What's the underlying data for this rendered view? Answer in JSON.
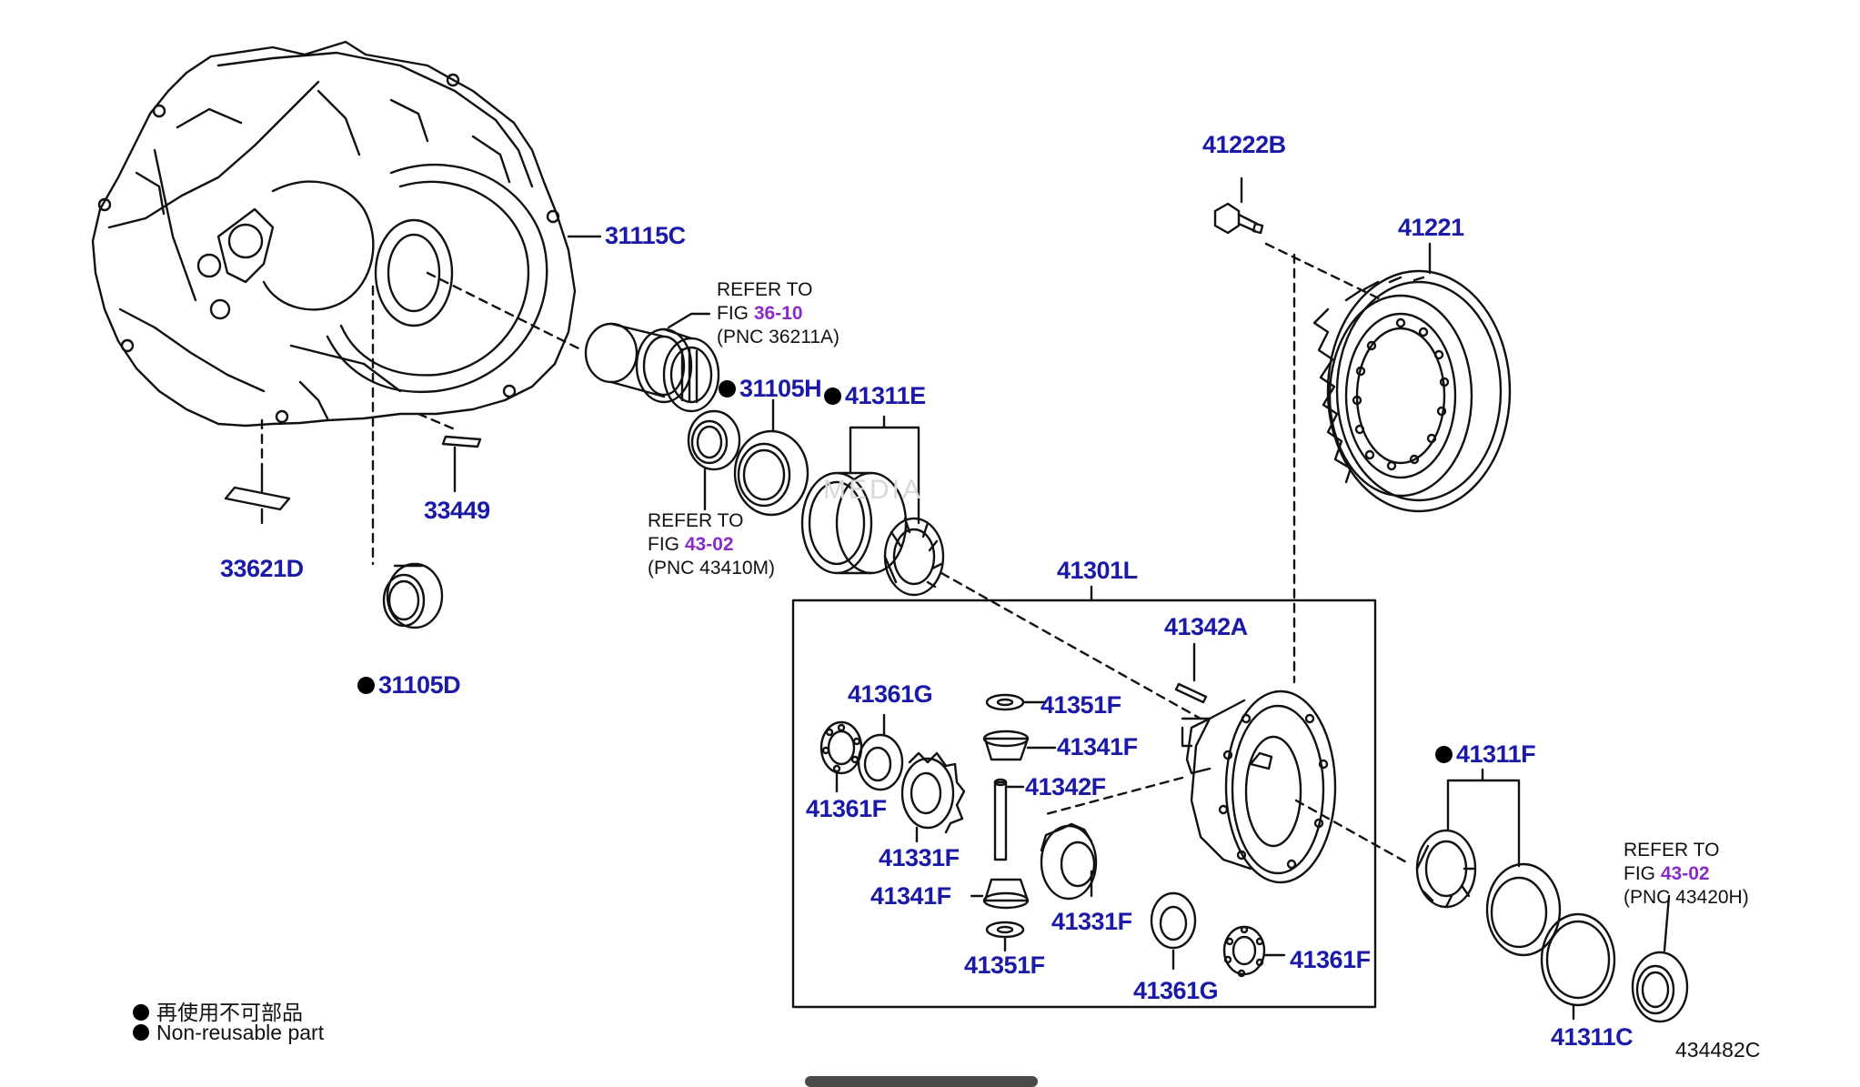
{
  "parts": [
    {
      "id": "p31115C",
      "pnc": "31115C",
      "non_reusable": false
    },
    {
      "id": "p33621D",
      "pnc": "33621D",
      "non_reusable": false
    },
    {
      "id": "p33449",
      "pnc": "33449",
      "non_reusable": false
    },
    {
      "id": "p31105D",
      "pnc": "31105D",
      "non_reusable": true
    },
    {
      "id": "p31105H",
      "pnc": "31105H",
      "non_reusable": true
    },
    {
      "id": "p41311E",
      "pnc": "41311E",
      "non_reusable": true
    },
    {
      "id": "p41222B",
      "pnc": "41222B",
      "non_reusable": false
    },
    {
      "id": "p41221",
      "pnc": "41221",
      "non_reusable": false
    },
    {
      "id": "p41301L",
      "pnc": "41301L",
      "non_reusable": false
    },
    {
      "id": "p41342A",
      "pnc": "41342A",
      "non_reusable": false
    },
    {
      "id": "p41361G_top",
      "pnc": "41361G",
      "non_reusable": false
    },
    {
      "id": "p41351F_top",
      "pnc": "41351F",
      "non_reusable": false
    },
    {
      "id": "p41341F_top",
      "pnc": "41341F",
      "non_reusable": false
    },
    {
      "id": "p41342F",
      "pnc": "41342F",
      "non_reusable": false
    },
    {
      "id": "p41361F_left",
      "pnc": "41361F",
      "non_reusable": false
    },
    {
      "id": "p41331F_left",
      "pnc": "41331F",
      "non_reusable": false
    },
    {
      "id": "p41341F_bottom",
      "pnc": "41341F",
      "non_reusable": false
    },
    {
      "id": "p41331F_right",
      "pnc": "41331F",
      "non_reusable": false
    },
    {
      "id": "p41351F_bottom",
      "pnc": "41351F",
      "non_reusable": false
    },
    {
      "id": "p41361G_bottom",
      "pnc": "41361G",
      "non_reusable": false
    },
    {
      "id": "p41361F_right",
      "pnc": "41361F",
      "non_reusable": false
    },
    {
      "id": "p41311F",
      "pnc": "41311F",
      "non_reusable": true
    },
    {
      "id": "p41311C",
      "pnc": "41311C",
      "non_reusable": false
    }
  ],
  "refs": [
    {
      "id": "ref1",
      "line1": "REFER TO",
      "fig_prefix": "FIG ",
      "fig": "36-10",
      "pnc": "(PNC 36211A)"
    },
    {
      "id": "ref2",
      "line1": "REFER TO",
      "fig_prefix": "FIG ",
      "fig": "43-02",
      "pnc": "(PNC 43410M)"
    },
    {
      "id": "ref3",
      "line1": "REFER TO",
      "fig_prefix": "FIG ",
      "fig": "43-02",
      "pnc": "(PNC 43420H)"
    }
  ],
  "legend": {
    "line1": "再使用不可部品",
    "line2": "Non-reusable part"
  },
  "figure_id": "434482C",
  "watermark": "MEDIA",
  "colors": {
    "label": "#1a1aa6",
    "figlink": "#8a2bc7",
    "line": "#111111"
  }
}
